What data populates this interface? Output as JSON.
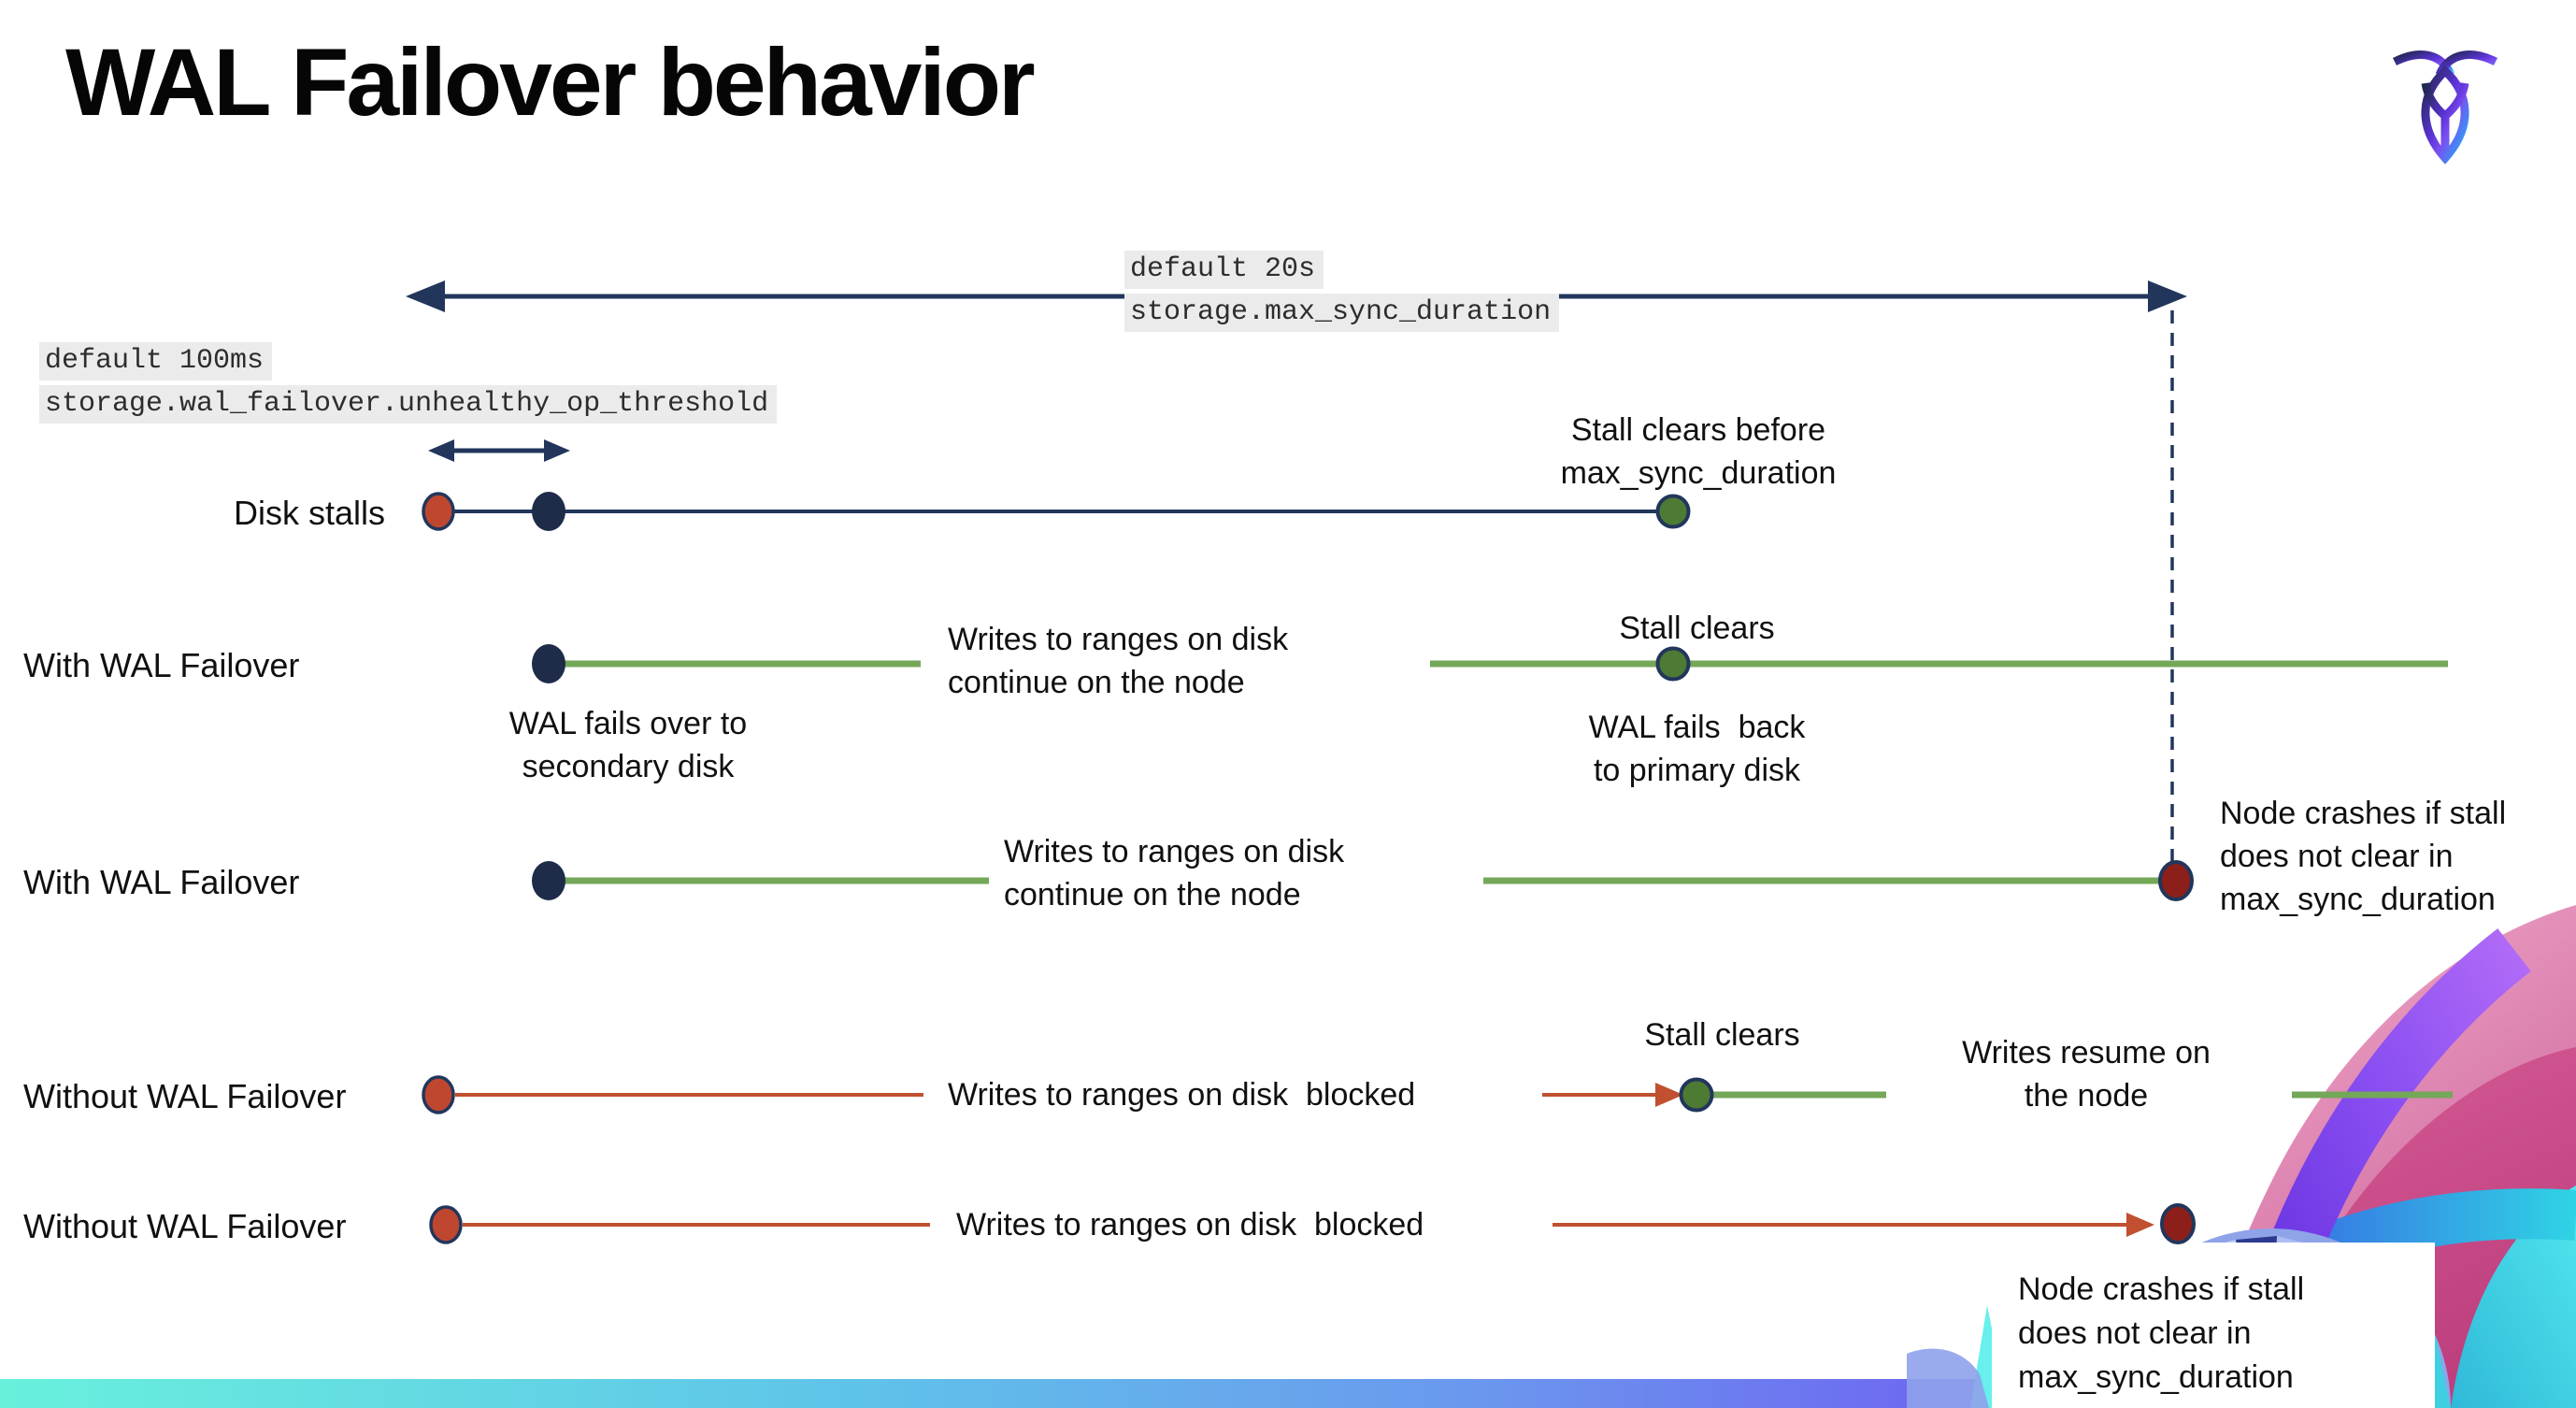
{
  "title": "WAL Failover behavior",
  "logo": {
    "name": "cockroach-logo"
  },
  "config_labels": {
    "max_sync_duration": {
      "default": "default 20s",
      "setting": "storage.max_sync_duration"
    },
    "unhealthy_op_threshold": {
      "default": "default 100ms",
      "setting": "storage.wal_failover.unhealthy_op_threshold"
    }
  },
  "rows": {
    "disk_stalls": {
      "label": "Disk stalls",
      "stall_clears_note": "Stall clears before\nmax_sync_duration"
    },
    "wal_failover_a": {
      "label": "With WAL Failover",
      "failover_note": "WAL fails over to\nsecondary disk",
      "writes_note": "Writes to ranges on disk\ncontinue on the node",
      "stall_clears": "Stall clears",
      "failback_note": "WAL fails  back\nto primary disk"
    },
    "wal_failover_b": {
      "label": "With WAL Failover",
      "writes_note": "Writes to ranges on disk\ncontinue on the node",
      "crash_note": "Node crashes if stall\ndoes not clear in\nmax_sync_duration"
    },
    "no_failover_a": {
      "label": "Without WAL Failover",
      "blocked_note": "Writes to ranges on disk  blocked",
      "stall_clears": "Stall clears",
      "resume_note": "Writes resume on\nthe node"
    },
    "no_failover_b": {
      "label": "Without WAL Failover",
      "blocked_note": "Writes to ranges on disk  blocked",
      "crash_note": "Node crashes if stall\ndoes not clear in\nmax_sync_duration"
    }
  },
  "colors": {
    "navy_line": "#22365c",
    "navy_dot": "#1e2b49",
    "green_line": "#74a758",
    "green_dot": "#4e7b33",
    "red_line": "#c0502f",
    "red_dot": "#bf4730",
    "dark_red_dot": "#8c1f1a",
    "label_highlight": "#ebebeb",
    "bar_gradient_left": "#68f0dc",
    "bar_gradient_mid": "#6b96ee",
    "bar_gradient_right": "#7438f4"
  }
}
